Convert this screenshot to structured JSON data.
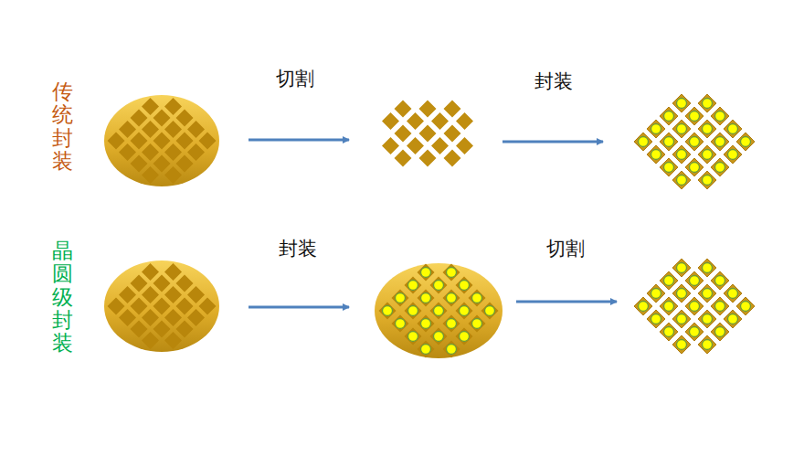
{
  "diagram": {
    "labels": [
      "传统封装",
      "切割",
      "封装",
      "晶圆级封装",
      "封装",
      "切割"
    ]
  }
}
